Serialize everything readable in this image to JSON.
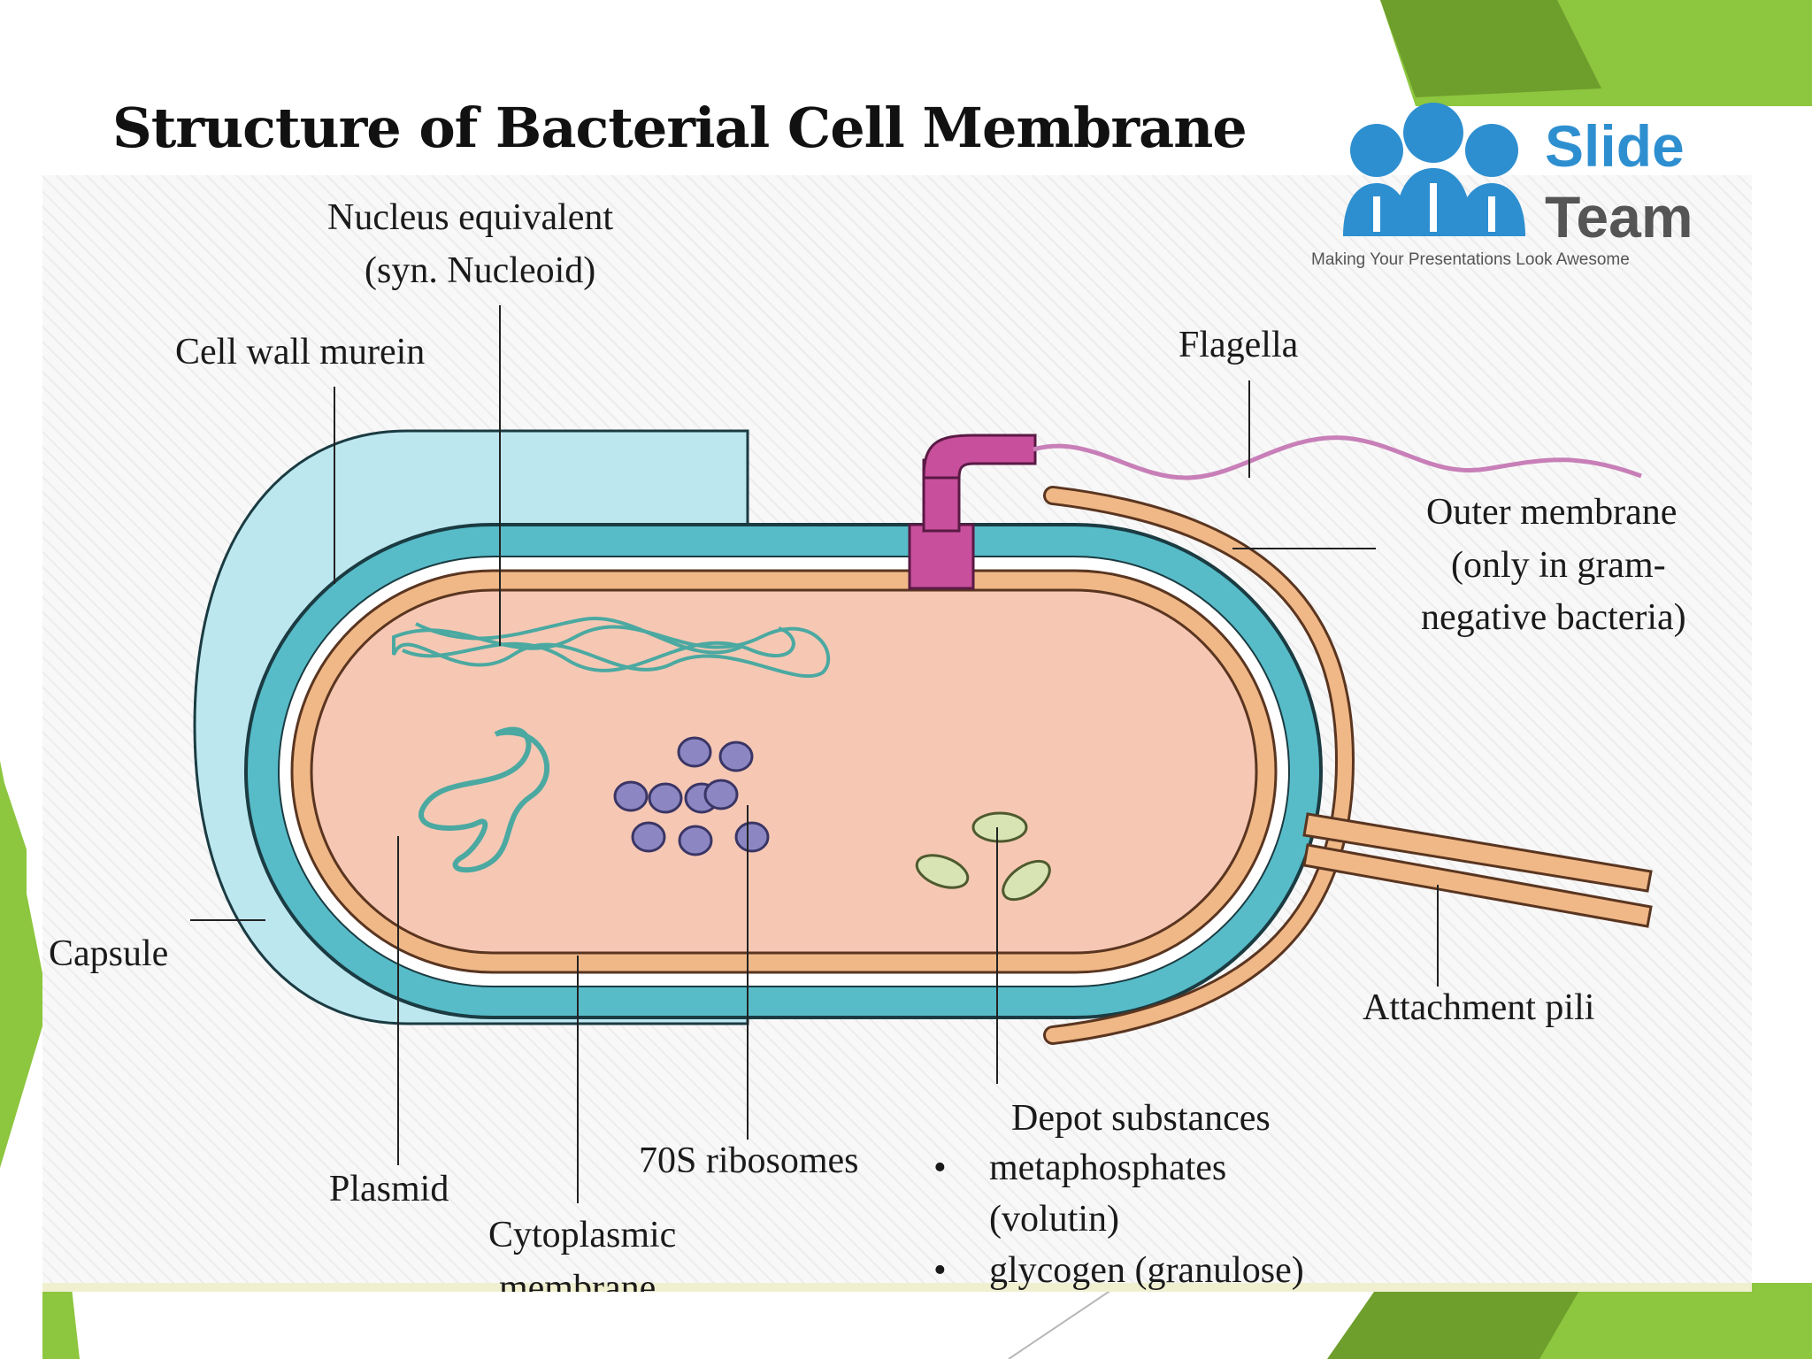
{
  "title": "Structure of Bacterial Cell Membrane",
  "logo": {
    "word1": "Slide",
    "word2": "Team",
    "tagline": "Making Your Presentations Look Awesome"
  },
  "labels": {
    "nucleus_line1": "Nucleus equivalent",
    "nucleus_line2": "(syn. Nucleoid)",
    "cell_wall": "Cell wall murein",
    "flagella": "Flagella",
    "outer_line1": "Outer membrane",
    "outer_line2": "(only in gram-",
    "outer_line3": "negative bacteria)",
    "capsule": "Capsule",
    "attachment_pili": "Attachment pili",
    "plasmid": "Plasmid",
    "ribosomes": "70S ribosomes",
    "cytoplasmic_line1": "Cytoplasmic",
    "cytoplasmic_line2": "membrane",
    "depot": "Depot substances",
    "depot_item1_line1": "metaphosphates",
    "depot_item1_line2": "(volutin)",
    "depot_item2": "glycogen (granulose)"
  },
  "colors": {
    "background_green": "#8DC63F",
    "dark_green": "#6E9E2C",
    "capsule": "#BDE7EF",
    "cell_wall": "#57BCC8",
    "membrane": "#F0B887",
    "cytoplasm": "#F6C8B4",
    "flagellum": "#C84F9B",
    "ribosome": "#8C87C2",
    "granule": "#D9E4B5",
    "logo_blue": "#2E8FD0"
  }
}
